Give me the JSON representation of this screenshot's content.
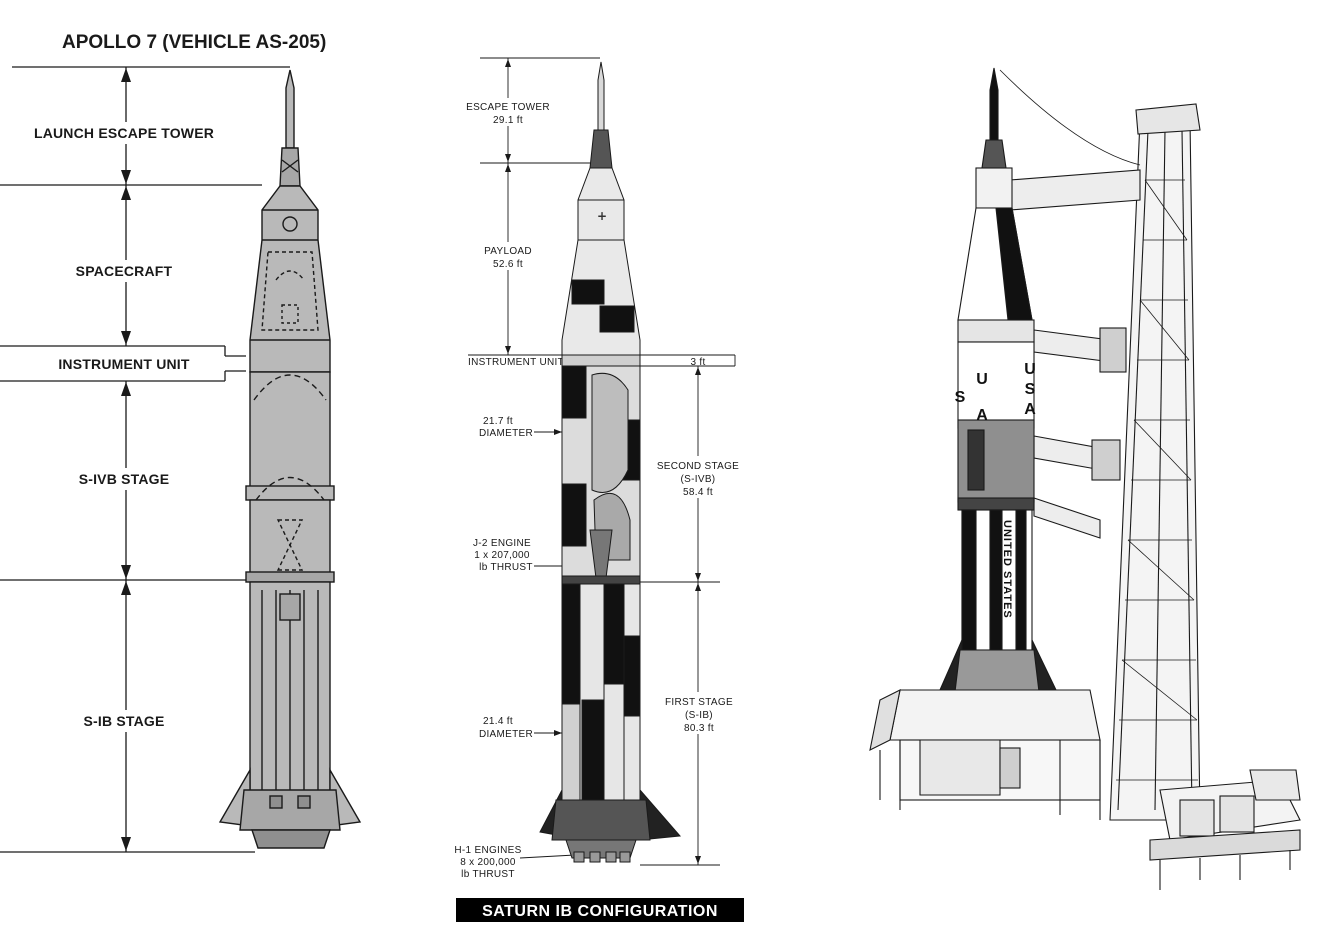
{
  "left_diagram": {
    "title": "APOLLO 7 (VEHICLE AS-205)",
    "sections": {
      "launch_escape_tower": "LAUNCH ESCAPE TOWER",
      "spacecraft": "SPACECRAFT",
      "instrument_unit": "INSTRUMENT UNIT",
      "s_ivb_stage": "S-IVB STAGE",
      "s_ib_stage": "S-IB STAGE"
    }
  },
  "center_diagram": {
    "title": "SATURN IB CONFIGURATION",
    "escape_tower": {
      "label": "ESCAPE TOWER",
      "value": "29.1 ft"
    },
    "payload": {
      "label": "PAYLOAD",
      "value": "52.6 ft"
    },
    "instrument_unit": {
      "label": "INSTRUMENT UNIT",
      "value": "3 ft"
    },
    "upper_diameter": {
      "value": "21.7 ft",
      "label": "DIAMETER"
    },
    "second_stage": {
      "line1": "SECOND STAGE",
      "line2": "(S-IVB)",
      "value": "58.4 ft"
    },
    "j2_engine": {
      "line1": "J-2 ENGINE",
      "line2": "1 x 207,000",
      "line3": "lb THRUST"
    },
    "first_stage": {
      "line1": "FIRST STAGE",
      "line2": "(S-IB)",
      "value": "80.3 ft"
    },
    "lower_diameter": {
      "value": "21.4 ft",
      "label": "DIAMETER"
    },
    "h1_engines": {
      "line1": "H-1 ENGINES",
      "line2": "8 x 200,000",
      "line3": "lb THRUST"
    }
  },
  "right_illustration": {
    "flag_left_top": "U",
    "flag_left_bottom": "S",
    "flag_left_mid": "A",
    "flag_right_top": "U",
    "flag_right_mid": "S",
    "flag_right_bottom": "A",
    "vertical_text": "UNITED STATES"
  },
  "colors": {
    "ink": "#1a1a1a",
    "rocket_gray": "#b9b9b9",
    "rocket_gray_dark": "#8f8f8f",
    "black_band": "#111111",
    "title_bar": "#000000"
  }
}
